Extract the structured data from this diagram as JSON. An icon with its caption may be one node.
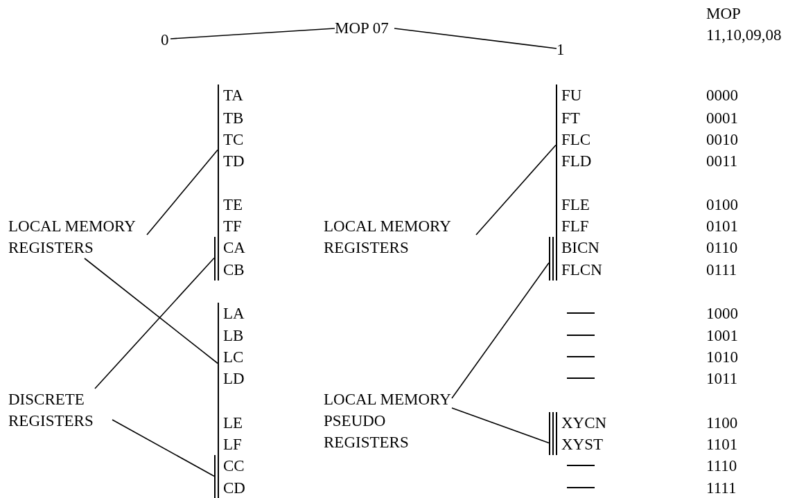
{
  "diagram": {
    "nodes": [
      {
        "text": [
          "MOP 07"
        ]
      },
      {
        "text": [
          "0"
        ]
      },
      {
        "text": [
          "1"
        ]
      },
      {
        "text": [
          "TA",
          "TB",
          "TC",
          "TD",
          "TE",
          "TF"
        ]
      },
      {
        "text": [
          "CA",
          "CB"
        ]
      },
      {
        "text": [
          "LA",
          "LB",
          "LC",
          "LD",
          "LE",
          "LF"
        ]
      },
      {
        "text": [
          "CC",
          "CD"
        ]
      },
      {
        "text": [
          "FU",
          "FT",
          "FLC",
          "FLD",
          "FLE",
          "FLF"
        ]
      },
      {
        "text": [
          "BICN",
          "FLCN"
        ]
      },
      {
        "text": [],
        "shape": "line"
      },
      {
        "text": [],
        "shape": "line"
      },
      {
        "text": [],
        "shape": "line"
      },
      {
        "text": [],
        "shape": "line"
      },
      {
        "text": [
          "XYCN",
          "XYST"
        ]
      },
      {
        "text": [],
        "shape": "line"
      },
      {
        "text": [],
        "shape": "line"
      },
      {
        "text": [
          "LOCAL MEMORY REGISTERS"
        ]
      },
      {
        "text": [
          "DISCRETE REGISTERS"
        ]
      },
      {
        "text": [
          "LOCAL MEMORY REGISTERS"
        ]
      },
      {
        "text": [
          "LOCAL MEMORY PSEUDO REGISTERS"
        ]
      }
    ],
    "edges": [
      {
        "from": 0,
        "to": 1,
        "arrow": "none"
      },
      {
        "from": 0,
        "to": 2,
        "arrow": "none"
      },
      {
        "from": 16,
        "to": 3,
        "arrow": "none"
      },
      {
        "from": 16,
        "to": 5,
        "arrow": "none"
      },
      {
        "from": 17,
        "to": 4,
        "arrow": "none"
      },
      {
        "from": 17,
        "to": 6,
        "arrow": "none"
      },
      {
        "from": 18,
        "to": 7,
        "arrow": "none"
      },
      {
        "from": 19,
        "to": 8,
        "arrow": "none"
      },
      {
        "from": 19,
        "to": 13,
        "arrow": "none"
      }
    ],
    "labels": [
      "MOP 11,10,09,08",
      "0000",
      "0001",
      "0010",
      "0011",
      "0100",
      "0101",
      "0110",
      "0111",
      "1000",
      "1001",
      "1010",
      "1011",
      "1100",
      "1101",
      "1110",
      "1111"
    ]
  }
}
